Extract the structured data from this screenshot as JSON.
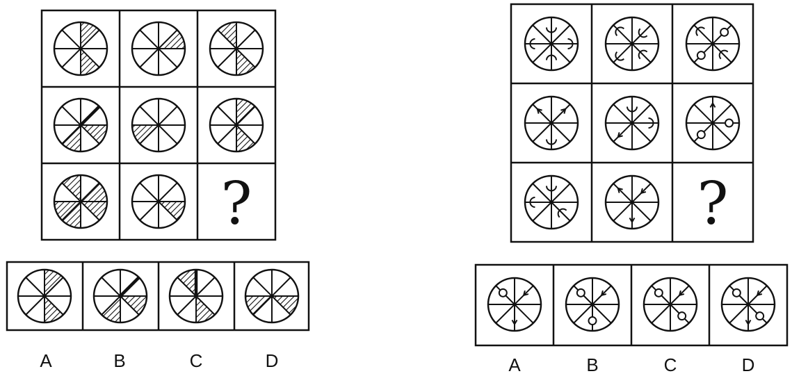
{
  "question_mark": "?",
  "left_puzzle": {
    "options": [
      "A",
      "B",
      "C",
      "D"
    ]
  },
  "right_puzzle": {
    "options": [
      "A",
      "B",
      "C",
      "D"
    ]
  },
  "colors": {
    "stroke": "#111111",
    "fill": "#ffffff"
  }
}
